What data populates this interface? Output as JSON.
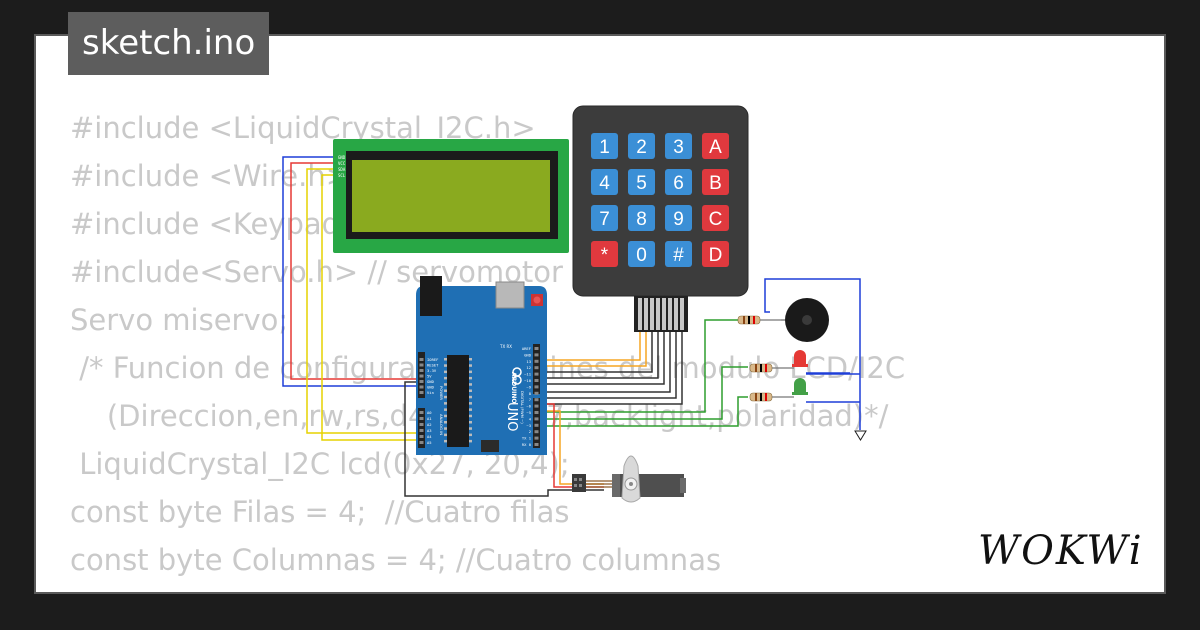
{
  "page": {
    "title": "sketch.ino"
  },
  "code_lines": [
    "#include <LiquidCrystal_I2C.h>",
    "#include <Wire.h>",
    "#include <Keypad.h>",
    "#include<Servo.h> // servomotor",
    "Servo miservo;",
    "",
    " /* Funcion de configuracion de pines del modulo LCD/I2C",
    "    (Direccion,en,rw,rs,d4,d5,d6,d7,backlight,polaridad)*/",
    " LiquidCrystal_I2C lcd(0x27, 20,4);",
    "const byte Filas = 4;  //Cuatro filas",
    "const byte Columnas = 4; //Cuatro columnas"
  ],
  "keypad": {
    "keys": [
      [
        "1",
        "2",
        "3",
        "A"
      ],
      [
        "4",
        "5",
        "6",
        "B"
      ],
      [
        "7",
        "8",
        "9",
        "C"
      ],
      [
        "*",
        "0",
        "#",
        "D"
      ]
    ],
    "digit_color": "#3b8fd6",
    "letter_color": "#e0393e"
  },
  "lcd": {
    "pin_labels": [
      "GND",
      "VCC",
      "SDA",
      "SCL"
    ],
    "backlight_color": "#8aaa1f",
    "pcb_color": "#28a745"
  },
  "arduino": {
    "brand": "ARDUINO",
    "model": "UNO",
    "color": "#1f6fb4",
    "power_labels": [
      "IOREF",
      "RESET",
      "3.3V",
      "5V",
      "GND",
      "GND",
      "Vin"
    ],
    "analog_labels": [
      "A0",
      "A1",
      "A2",
      "A3",
      "A4",
      "A5"
    ],
    "digital_labels": [
      "AREF",
      "GND",
      "13",
      "12",
      "~11",
      "~10",
      "~9",
      "8",
      "7",
      "~6",
      "~5",
      "4",
      "~3",
      "2",
      "TX 1",
      "RX 0"
    ],
    "power_header": "POWER",
    "analog_header": "ANALOG IN",
    "digital_header": "DIGITAL (PWM ~)"
  },
  "leds": {
    "colors": [
      "#e53935",
      "#43a047"
    ]
  },
  "brand": {
    "logo": "WOKWi"
  }
}
